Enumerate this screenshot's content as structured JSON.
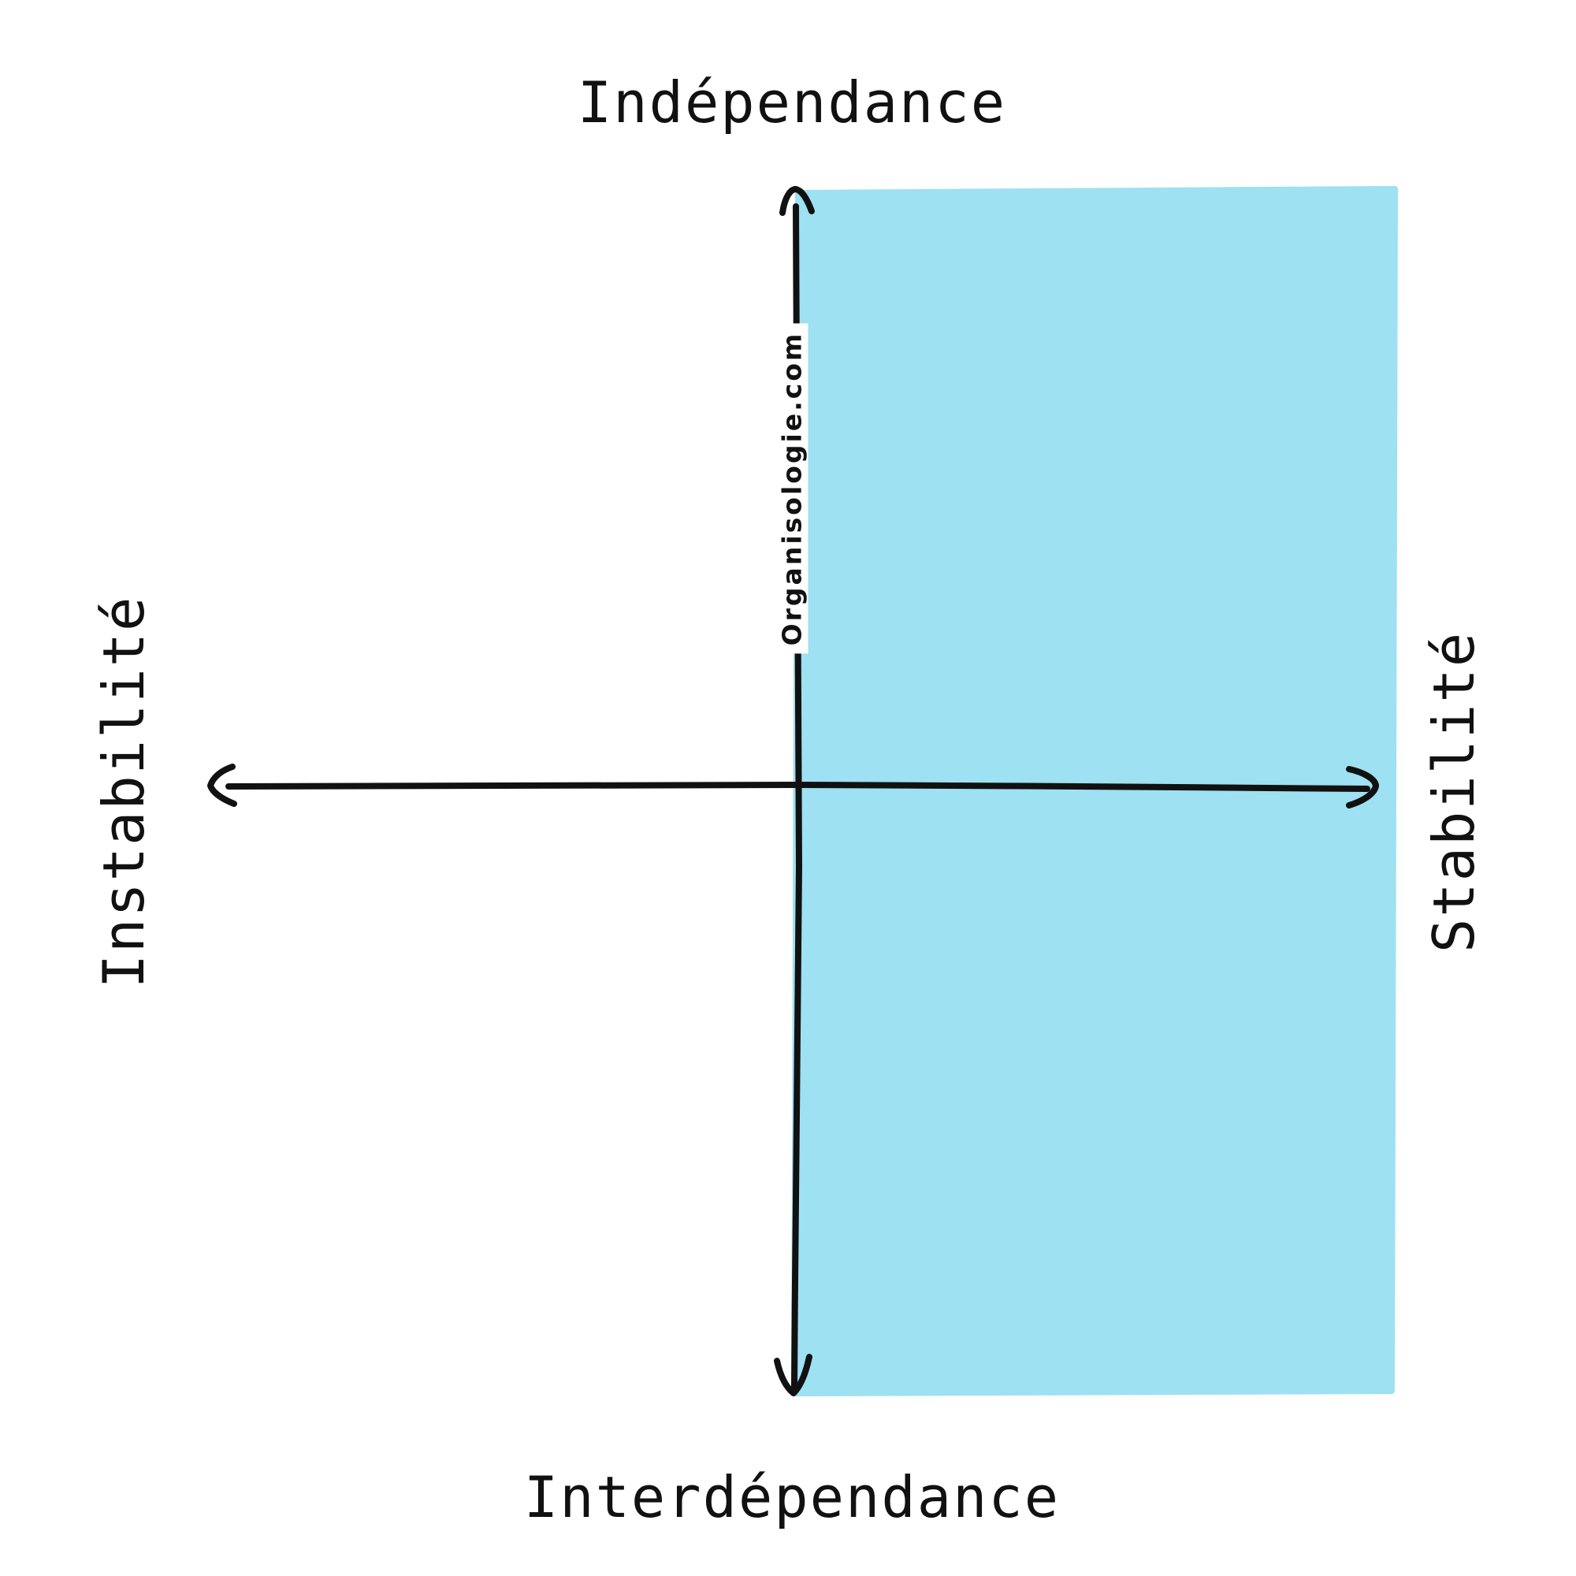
{
  "axes": {
    "top_label": "Indépendance",
    "bottom_label": "Interdépendance",
    "left_label": "Instabilité",
    "right_label": "Stabilité"
  },
  "watermark": "Organisologie.com",
  "colors": {
    "quadrant_fill": "#9de1f2",
    "axis_stroke": "#111111",
    "background": "#ffffff"
  }
}
